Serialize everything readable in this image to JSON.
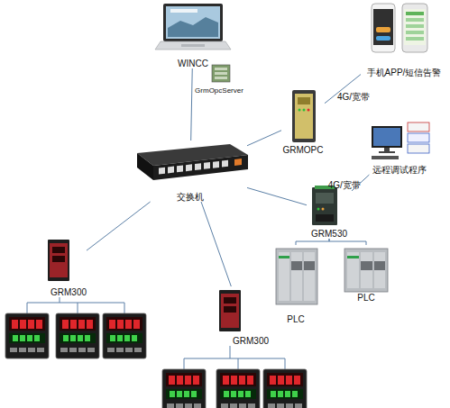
{
  "diagram": {
    "nodes": [
      {
        "text": [
          "WINCC"
        ]
      },
      {
        "text": [
          "手机APP/短信告警"
        ]
      },
      {
        "text": [
          "GrmOpcServer"
        ]
      },
      {
        "text": [
          "GRMOPC"
        ]
      },
      {
        "text": [
          "远程调试程序"
        ]
      },
      {
        "text": [
          "交换机"
        ]
      },
      {
        "text": [
          "GRM530"
        ]
      },
      {
        "text": [
          "GRM300"
        ]
      },
      {
        "text": [
          "PLC"
        ]
      },
      {
        "text": [
          "PLC"
        ]
      },
      {
        "text": [
          "GRM300"
        ]
      }
    ],
    "edges": [
      {
        "from": 0,
        "to": 5,
        "arrow": "none"
      },
      {
        "from": 3,
        "to": 1,
        "label": "4G/宽带",
        "arrow": "none"
      },
      {
        "from": 5,
        "to": 3,
        "arrow": "none"
      },
      {
        "from": 6,
        "to": 4,
        "label": "4G/宽带",
        "arrow": "none"
      },
      {
        "from": 5,
        "to": 6,
        "arrow": "none"
      },
      {
        "from": 5,
        "to": 7,
        "arrow": "none"
      },
      {
        "from": 5,
        "to": 10,
        "arrow": "none"
      },
      {
        "from": 6,
        "to": 8,
        "arrow": "none"
      },
      {
        "from": 6,
        "to": 9,
        "arrow": "none"
      }
    ]
  }
}
